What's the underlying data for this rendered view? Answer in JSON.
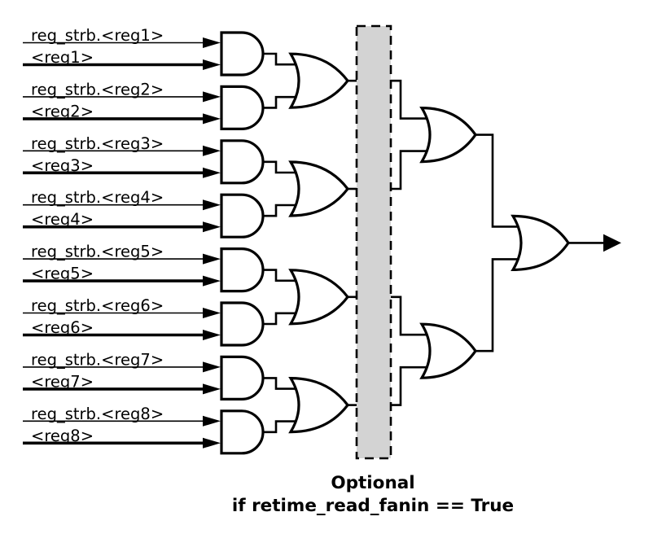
{
  "diagram": {
    "background": "#ffffff",
    "stroke_color": "#000000",
    "inputs": [
      {
        "strb_label": "reg_strb.<reg1>",
        "reg_label": "<reg1>"
      },
      {
        "strb_label": "reg_strb.<reg2>",
        "reg_label": "<reg2>"
      },
      {
        "strb_label": "reg_strb.<reg3>",
        "reg_label": "<reg3>"
      },
      {
        "strb_label": "reg_strb.<reg4>",
        "reg_label": "<reg4>"
      },
      {
        "strb_label": "reg_strb.<reg5>",
        "reg_label": "<reg5>"
      },
      {
        "strb_label": "reg_strb.<reg6>",
        "reg_label": "<reg6>"
      },
      {
        "strb_label": "reg_strb.<reg7>",
        "reg_label": "<reg7>"
      },
      {
        "strb_label": "reg_strb.<reg8>",
        "reg_label": "<reg8>"
      }
    ],
    "gate_counts": {
      "and": 8,
      "or_level1": 4,
      "or_level2": 2,
      "or_final": 1
    },
    "optional_region": {
      "fill": "#d3d3d3",
      "caption_line1": "Optional",
      "caption_line2": "if retime_read_fanin == True"
    }
  }
}
